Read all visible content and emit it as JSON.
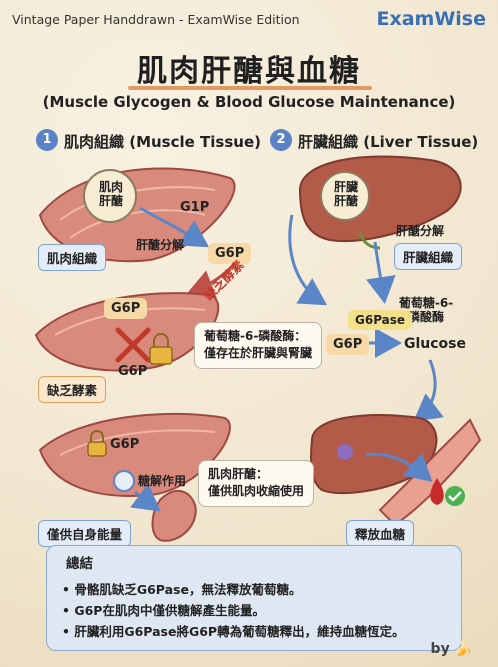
{
  "header": {
    "edition": "Vintage Paper Handdrawn - ExamWise Edition",
    "brand": "ExamWise",
    "title": "肌肉肝醣與血糖",
    "subtitle": "(Muscle Glycogen & Blood Glucose Maintenance)"
  },
  "sections": {
    "muscle": {
      "number": "1",
      "label": "肌肉組織 (Muscle Tissue)"
    },
    "liver": {
      "number": "2",
      "label": "肝臟組織 (Liver Tissue)"
    }
  },
  "diagram": {
    "muscle_glycogen_line1": "肌肉",
    "muscle_glycogen_line2": "肝醣",
    "liver_glycogen_line1": "肝臟",
    "liver_glycogen_line2": "肝醣",
    "g1p": "G1P",
    "g6p": "G6P",
    "glycogenolysis": "肝醣分解",
    "enzyme_lack_note": "缺乏酵素",
    "glycolysis": "糖解作用",
    "g6pase": "G6Pase",
    "g6pase_name_line1": "葡萄糖-6-",
    "g6pase_name_line2": "磷酸酶",
    "glucose": "Glucose"
  },
  "tags": {
    "muscle_tissue": "肌肉組織",
    "enzyme_lack": "缺乏酵素",
    "self_energy": "僅供自身能量",
    "liver_tissue": "肝臟組織",
    "release_glucose": "釋放血糖"
  },
  "notes": {
    "g6pase_line1": "葡萄糖-6-磷酸酶：",
    "g6pase_line2": "僅存在於肝臟與腎臟",
    "muscle_glycogen_line1": "肌肉肝醣：",
    "muscle_glycogen_line2": "僅供肌肉收縮使用"
  },
  "summary": {
    "heading": "總結",
    "items": [
      "• 骨骼肌缺乏G6Pase，無法釋放葡萄糖。",
      "• G6P在肌肉中僅供糖解產生能量。",
      "• 肝臟利用G6Pase將G6P轉為葡萄糖釋出，維持血糖恆定。"
    ]
  },
  "footer": {
    "by": "by 🍌"
  }
}
